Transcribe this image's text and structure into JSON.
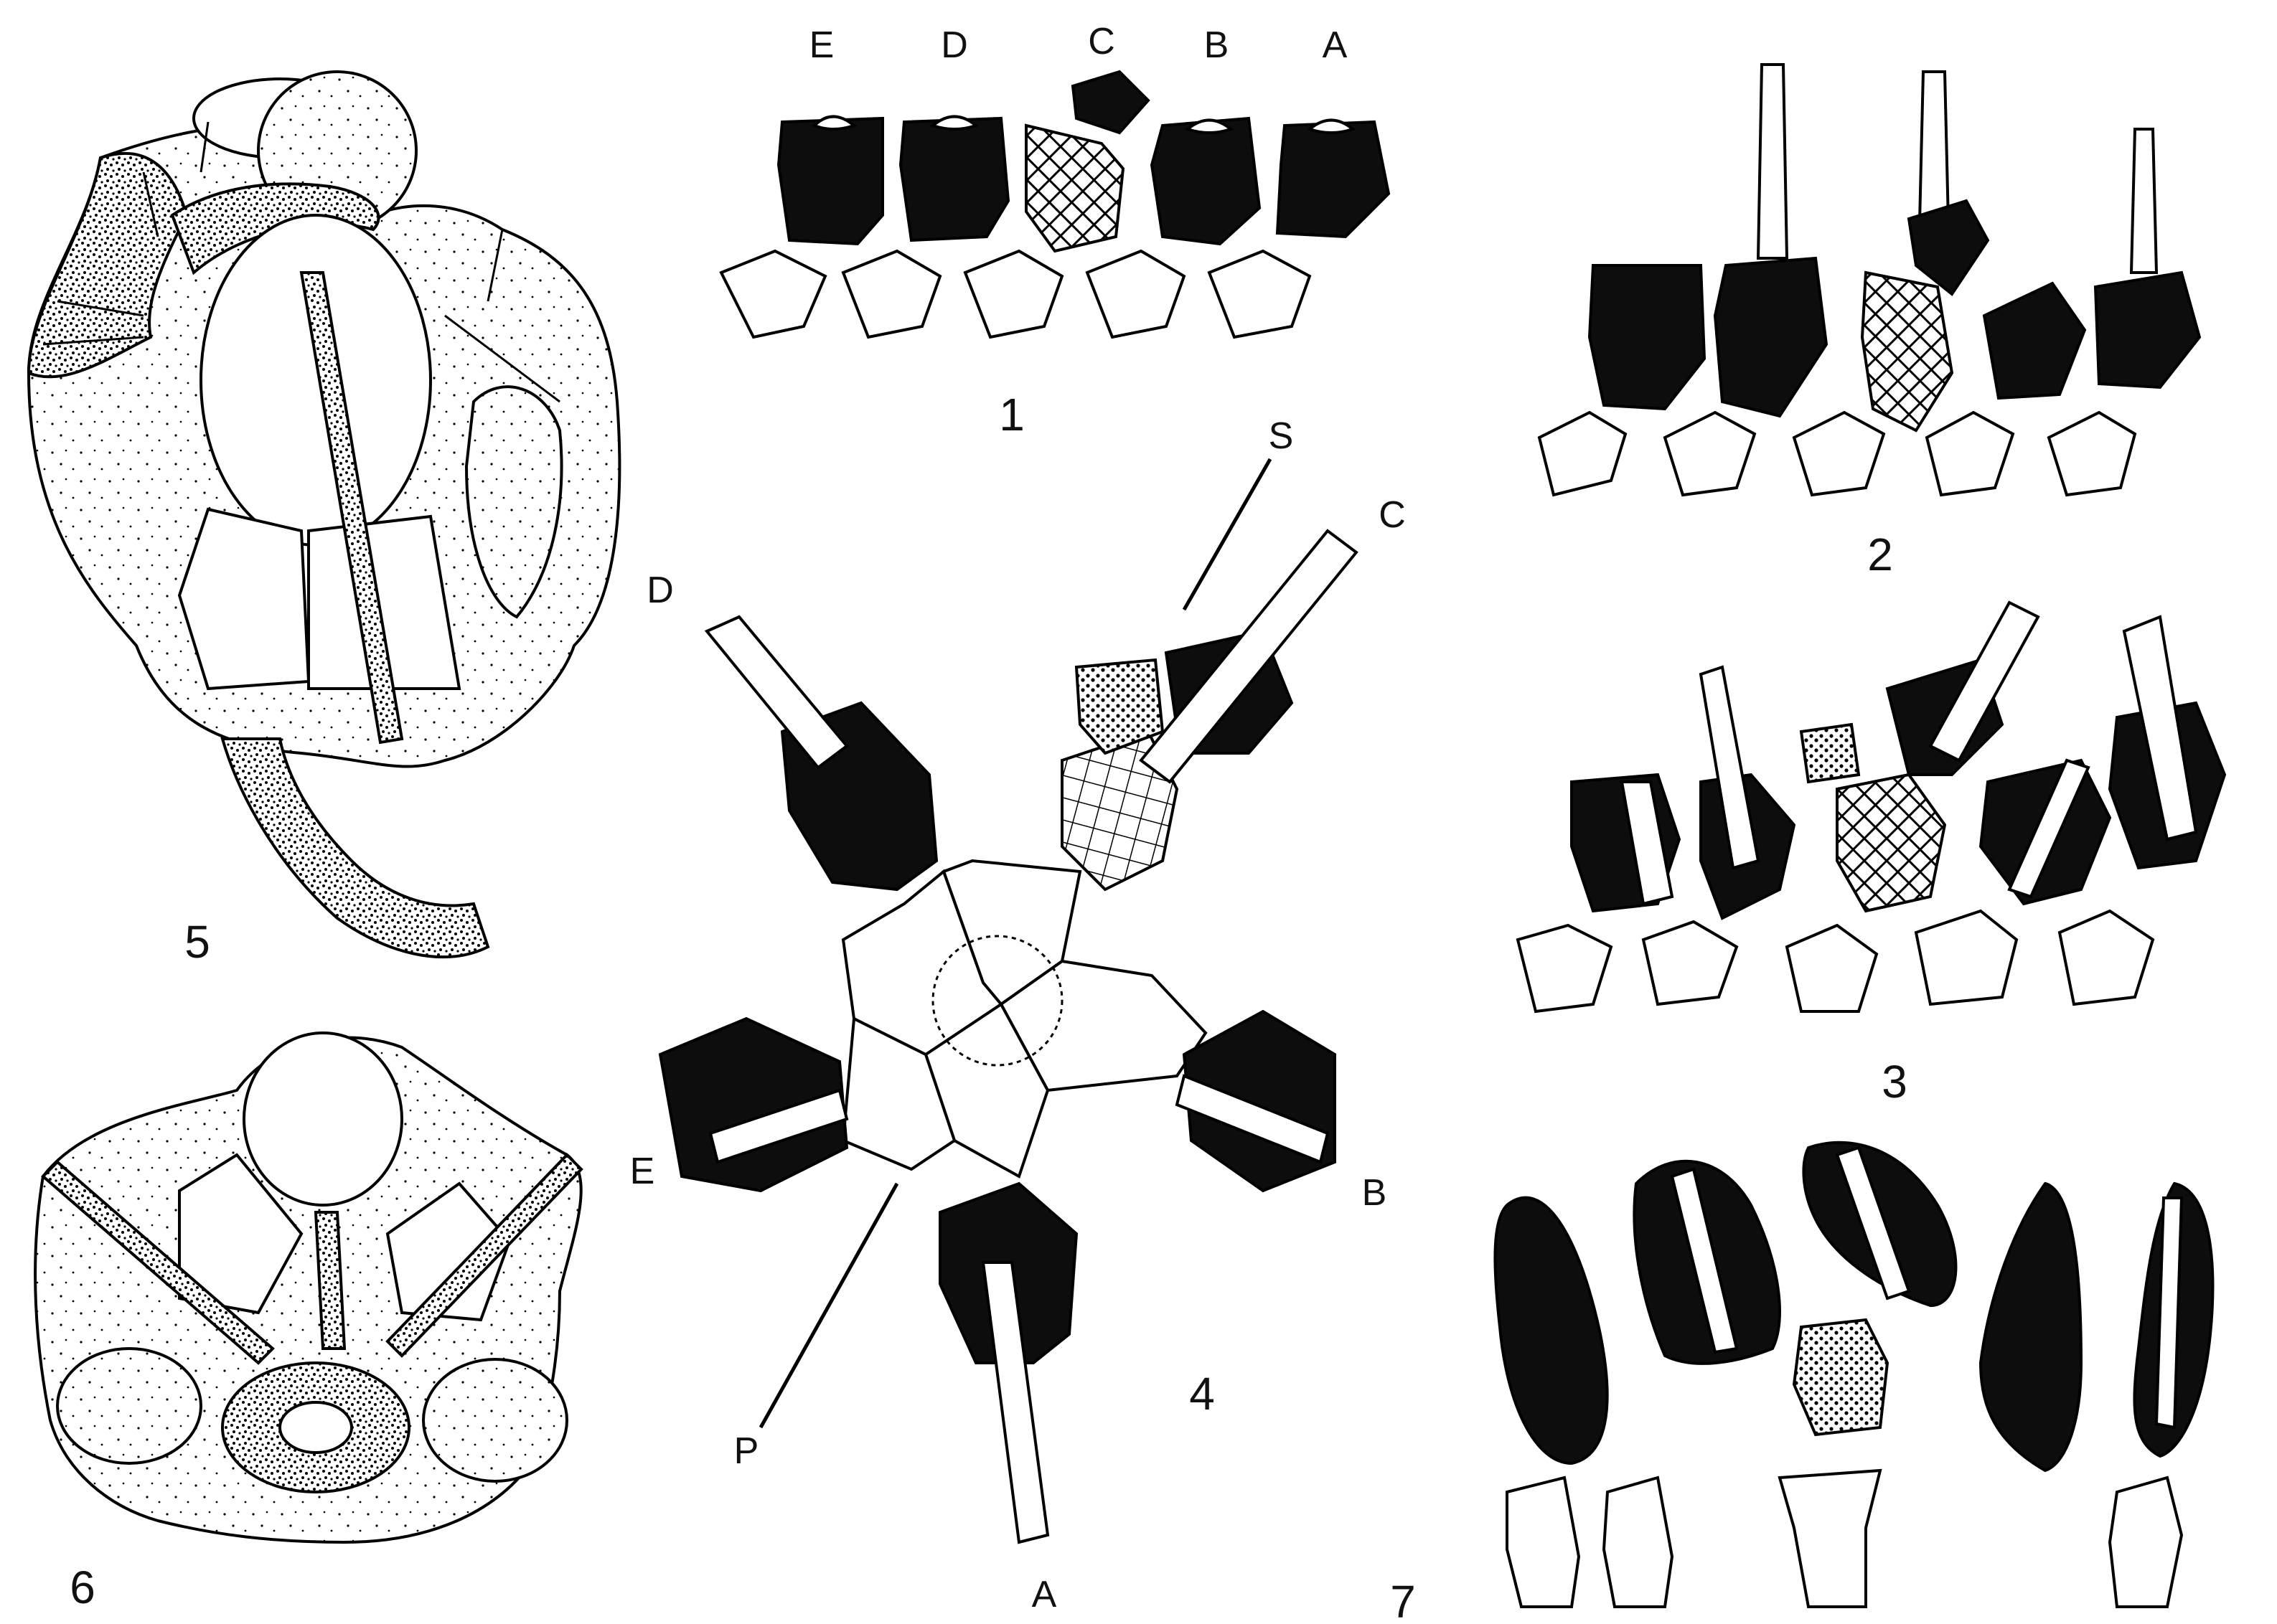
{
  "figure_numbers": {
    "fig1": "1",
    "fig2": "2",
    "fig3": "3",
    "fig4": "4",
    "fig5": "5",
    "fig6": "6",
    "fig7": "7"
  },
  "fig1_letters": [
    "E",
    "D",
    "C",
    "B",
    "A"
  ],
  "fig4_letters": {
    "A": "A",
    "B": "B",
    "C": "C",
    "D": "D",
    "E": "E",
    "S": "S",
    "P": "P"
  },
  "colors": {
    "ink": "#0d0d0d",
    "paper": "#ffffff"
  }
}
